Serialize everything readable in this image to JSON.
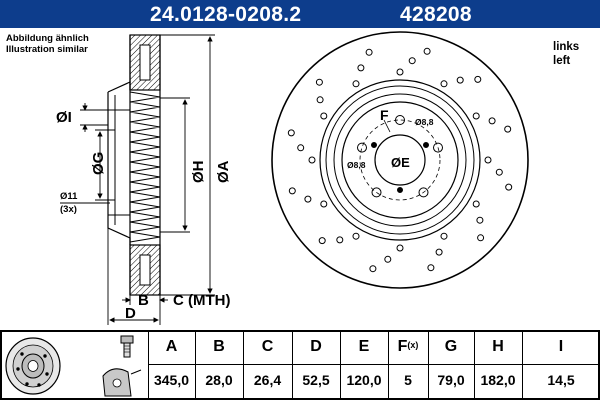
{
  "header": {
    "part_number": "24.0128-0208.2",
    "ate_number": "428208",
    "background_color": "#0d3d8c"
  },
  "notes": {
    "line1": "Abbildung ähnlich",
    "line2": "Illustration similar"
  },
  "side_label": {
    "line1": "links",
    "line2": "left"
  },
  "drawing_labels": {
    "i": "ØI",
    "g": "ØG",
    "h": "ØH",
    "a": "ØA",
    "bolt_hole": "Ø11",
    "bolt_count": "(3x)",
    "b": "B",
    "c": "C (MTH)",
    "d": "D",
    "f": "F",
    "e": "ØE",
    "pcd1": "Ø8,8",
    "pcd2": "Ø8,8"
  },
  "specs": {
    "headers": [
      "A",
      "B",
      "C",
      "D",
      "E",
      "F",
      "G",
      "H",
      "I"
    ],
    "f_suffix": "(x)",
    "values": [
      "345,0",
      "28,0",
      "26,4",
      "52,5",
      "120,0",
      "5",
      "79,0",
      "182,0",
      "14,5"
    ]
  },
  "icons": [
    "brake-disc-icon",
    "bolt-icon",
    "wheel-hub-icon"
  ]
}
